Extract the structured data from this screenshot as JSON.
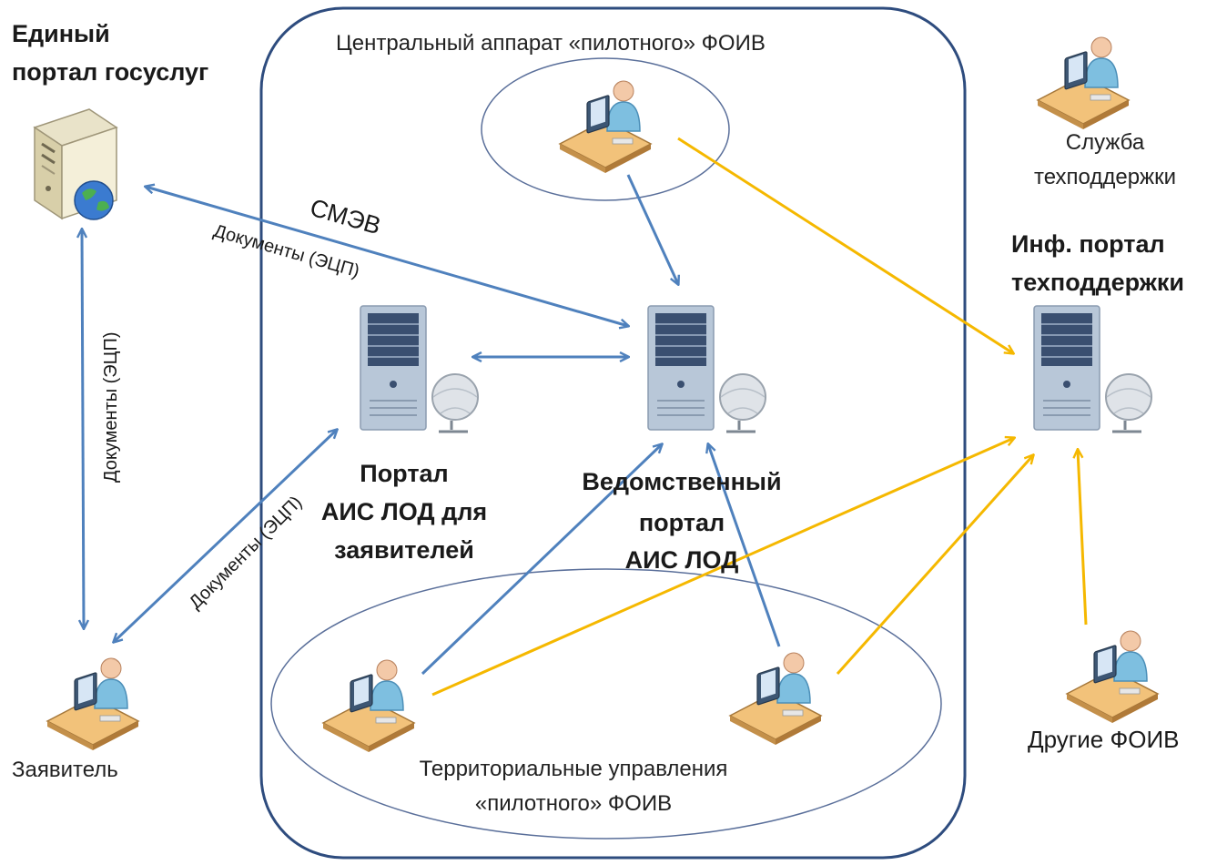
{
  "nodes": {
    "egpu": {
      "line1": "Единый",
      "line2": "портал госуслуг"
    },
    "central_apparatus": "Центральный аппарат «пилотного» ФОИВ",
    "support_service": {
      "line1": "Служба",
      "line2": "техподдержки"
    },
    "inf_portal": {
      "line1": "Инф. портал",
      "line2": "техподдержки"
    },
    "applicant_portal": {
      "line1": "Портал",
      "line2": "АИС ЛОД для",
      "line3": "заявителей"
    },
    "dept_portal": {
      "line1": "Ведомственный",
      "line2": "портал",
      "line3": "АИС ЛОД"
    },
    "applicant": "Заявитель",
    "territorial": {
      "line1": "Территориальные управления",
      "line2": "«пилотного» ФОИВ"
    },
    "other_foiv": "Другие ФОИВ"
  },
  "edge_labels": {
    "smev": "СМЭВ",
    "docs_egpu_dept": "Документы (ЭЦП)",
    "docs_vertical": "Документы (ЭЦП)",
    "docs_applicant_portal": "Документы (ЭЦП)"
  },
  "colors": {
    "blue_arrow": "#4f81bd",
    "yellow_arrow": "#f5b800",
    "boundary": "#2e4c7e",
    "ellipse": "#5a6f9a"
  },
  "icons": {
    "egpu": "web-server-icon",
    "portal_server": "server-with-globe-icon",
    "user": "user-at-computer-icon"
  }
}
